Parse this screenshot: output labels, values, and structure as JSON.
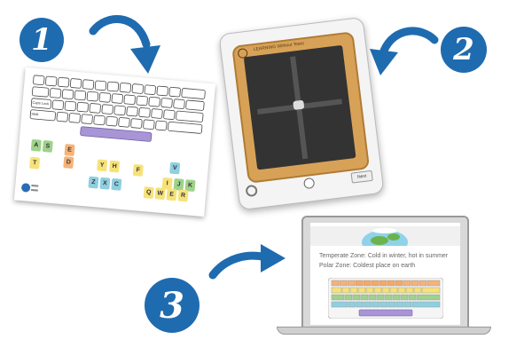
{
  "steps": [
    {
      "number": "1",
      "color": "#1f6bb0"
    },
    {
      "number": "2",
      "color": "#1f6bb0"
    },
    {
      "number": "3",
      "color": "#1f6bb0"
    }
  ],
  "printable": {
    "tiles": [
      {
        "label": "A",
        "color": "#9fd28a"
      },
      {
        "label": "S",
        "color": "#9fd28a"
      },
      {
        "label": "E",
        "color": "#f6b277"
      },
      {
        "label": "D",
        "color": "#f6b277"
      },
      {
        "label": "T",
        "color": "#f7e27a"
      },
      {
        "label": "Y",
        "color": "#f7e27a"
      },
      {
        "label": "H",
        "color": "#f7e27a"
      },
      {
        "label": "F",
        "color": "#f7e27a"
      },
      {
        "label": "V",
        "color": "#8ecfe0"
      },
      {
        "label": "Z",
        "color": "#8ecfe0"
      },
      {
        "label": "X",
        "color": "#8ecfe0"
      },
      {
        "label": "C",
        "color": "#8ecfe0"
      },
      {
        "label": "I",
        "color": "#f7e27a"
      },
      {
        "label": "J",
        "color": "#9fd28a"
      },
      {
        "label": "K",
        "color": "#9fd28a"
      },
      {
        "label": "Q",
        "color": "#f7e27a"
      },
      {
        "label": "W",
        "color": "#f7e27a"
      },
      {
        "label": "E",
        "color": "#f7e27a"
      },
      {
        "label": "R",
        "color": "#f7e27a"
      }
    ],
    "caps_lock": "Caps Lock",
    "shift": "Shift"
  },
  "tablet": {
    "brand": "LEARNING Without Tears",
    "button_label": "Next"
  },
  "laptop": {
    "line1": "Temperate Zone: Cold in winter, hot in summer",
    "line2": "Polar Zone: Coldest place on earth"
  }
}
